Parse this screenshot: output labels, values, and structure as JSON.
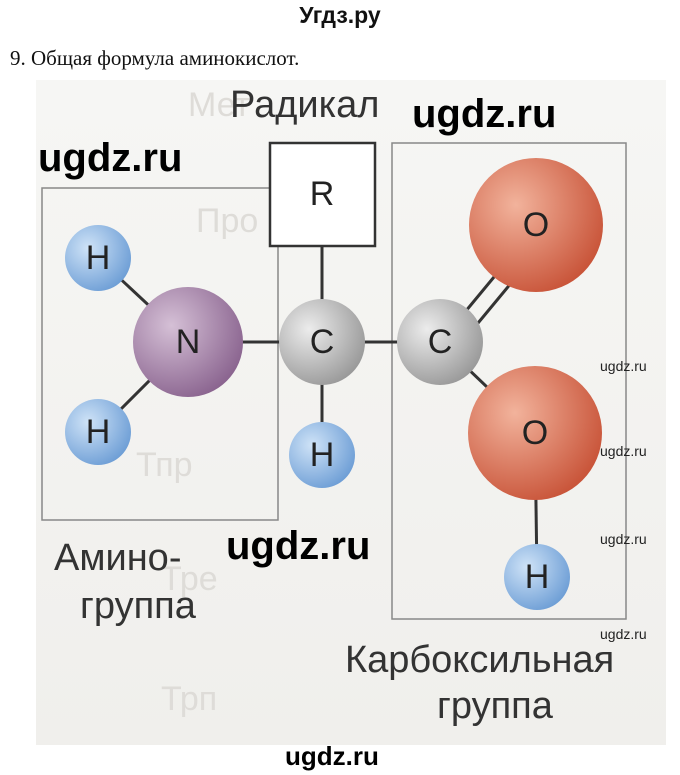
{
  "site_title": "Угдз.ру",
  "question": "9. Общая формула аминокислот.",
  "labels": {
    "radical": "Радикал",
    "amino_line1": "Амино-",
    "amino_line2": "группа",
    "carboxyl_line1": "Карбоксильная",
    "carboxyl_line2": "группа"
  },
  "atoms": {
    "radical": "R",
    "nitrogen": "N",
    "carbon_alpha": "C",
    "carbon_carboxyl": "C",
    "oxygen_double": "O",
    "oxygen_hydroxyl": "O",
    "hydrogen": "H"
  },
  "watermarks": {
    "big": "ugdz.ru",
    "small": "ugdz.ru"
  },
  "background_ghost_text": [
    "Мет",
    "Про",
    "Тпр",
    "Тре",
    "Трп"
  ],
  "colors": {
    "hydrogen": "#8fb8e4",
    "nitrogen": "#a987a8",
    "carbon": "#bdbdbd",
    "oxygen": "#e0765a",
    "box_stroke": "#888888",
    "bond": "#333333"
  }
}
